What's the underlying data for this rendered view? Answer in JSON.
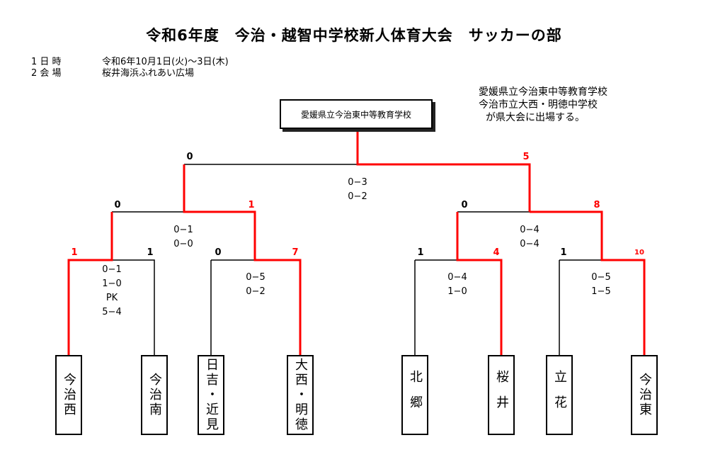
{
  "title": "令和6年度　今治・越智中学校新人体育大会　サッカーの部",
  "info": {
    "date_label": "1 日 時",
    "date_value": "令和6年10月1日(火)～3日(木)",
    "venue_label": "2 会 場",
    "venue_value": "桜井海浜ふれあい広場"
  },
  "note": {
    "line1": "愛媛県立今治東中等教育学校",
    "line2": "今治市立大西・明徳中学校",
    "line3": "が県大会に出場する。"
  },
  "champion": "愛媛県立今治東中等教育学校",
  "teams": [
    "今治西",
    "今治南",
    "日吉・近見",
    "大西・明徳",
    "北郷",
    "桜井",
    "立花",
    "今治東"
  ],
  "scores": {
    "r1_m1_left": "1",
    "r1_m1_right": "1",
    "r1_m2_left": "0",
    "r1_m2_right": "7",
    "r1_m3_left": "1",
    "r1_m3_right": "4",
    "r1_m4_left": "1",
    "r1_m4_right": "10",
    "sf1_left": "0",
    "sf1_right": "1",
    "sf2_left": "0",
    "sf2_right": "8",
    "final_left": "0",
    "final_right": "5"
  },
  "results": {
    "r1_m1": [
      "0−1",
      "1−0",
      "PK",
      "5−4"
    ],
    "r1_m2": [
      "0−5",
      "0−2"
    ],
    "r1_m3": [
      "0−4",
      "1−0"
    ],
    "r1_m4": [
      "0−5",
      "1−5"
    ],
    "sf1": [
      "0−1",
      "0−0"
    ],
    "sf2": [
      "0−4",
      "0−4"
    ],
    "final": [
      "0−3",
      "0−2"
    ]
  },
  "colors": {
    "winner_line": "#ff0000",
    "line": "#000000"
  }
}
